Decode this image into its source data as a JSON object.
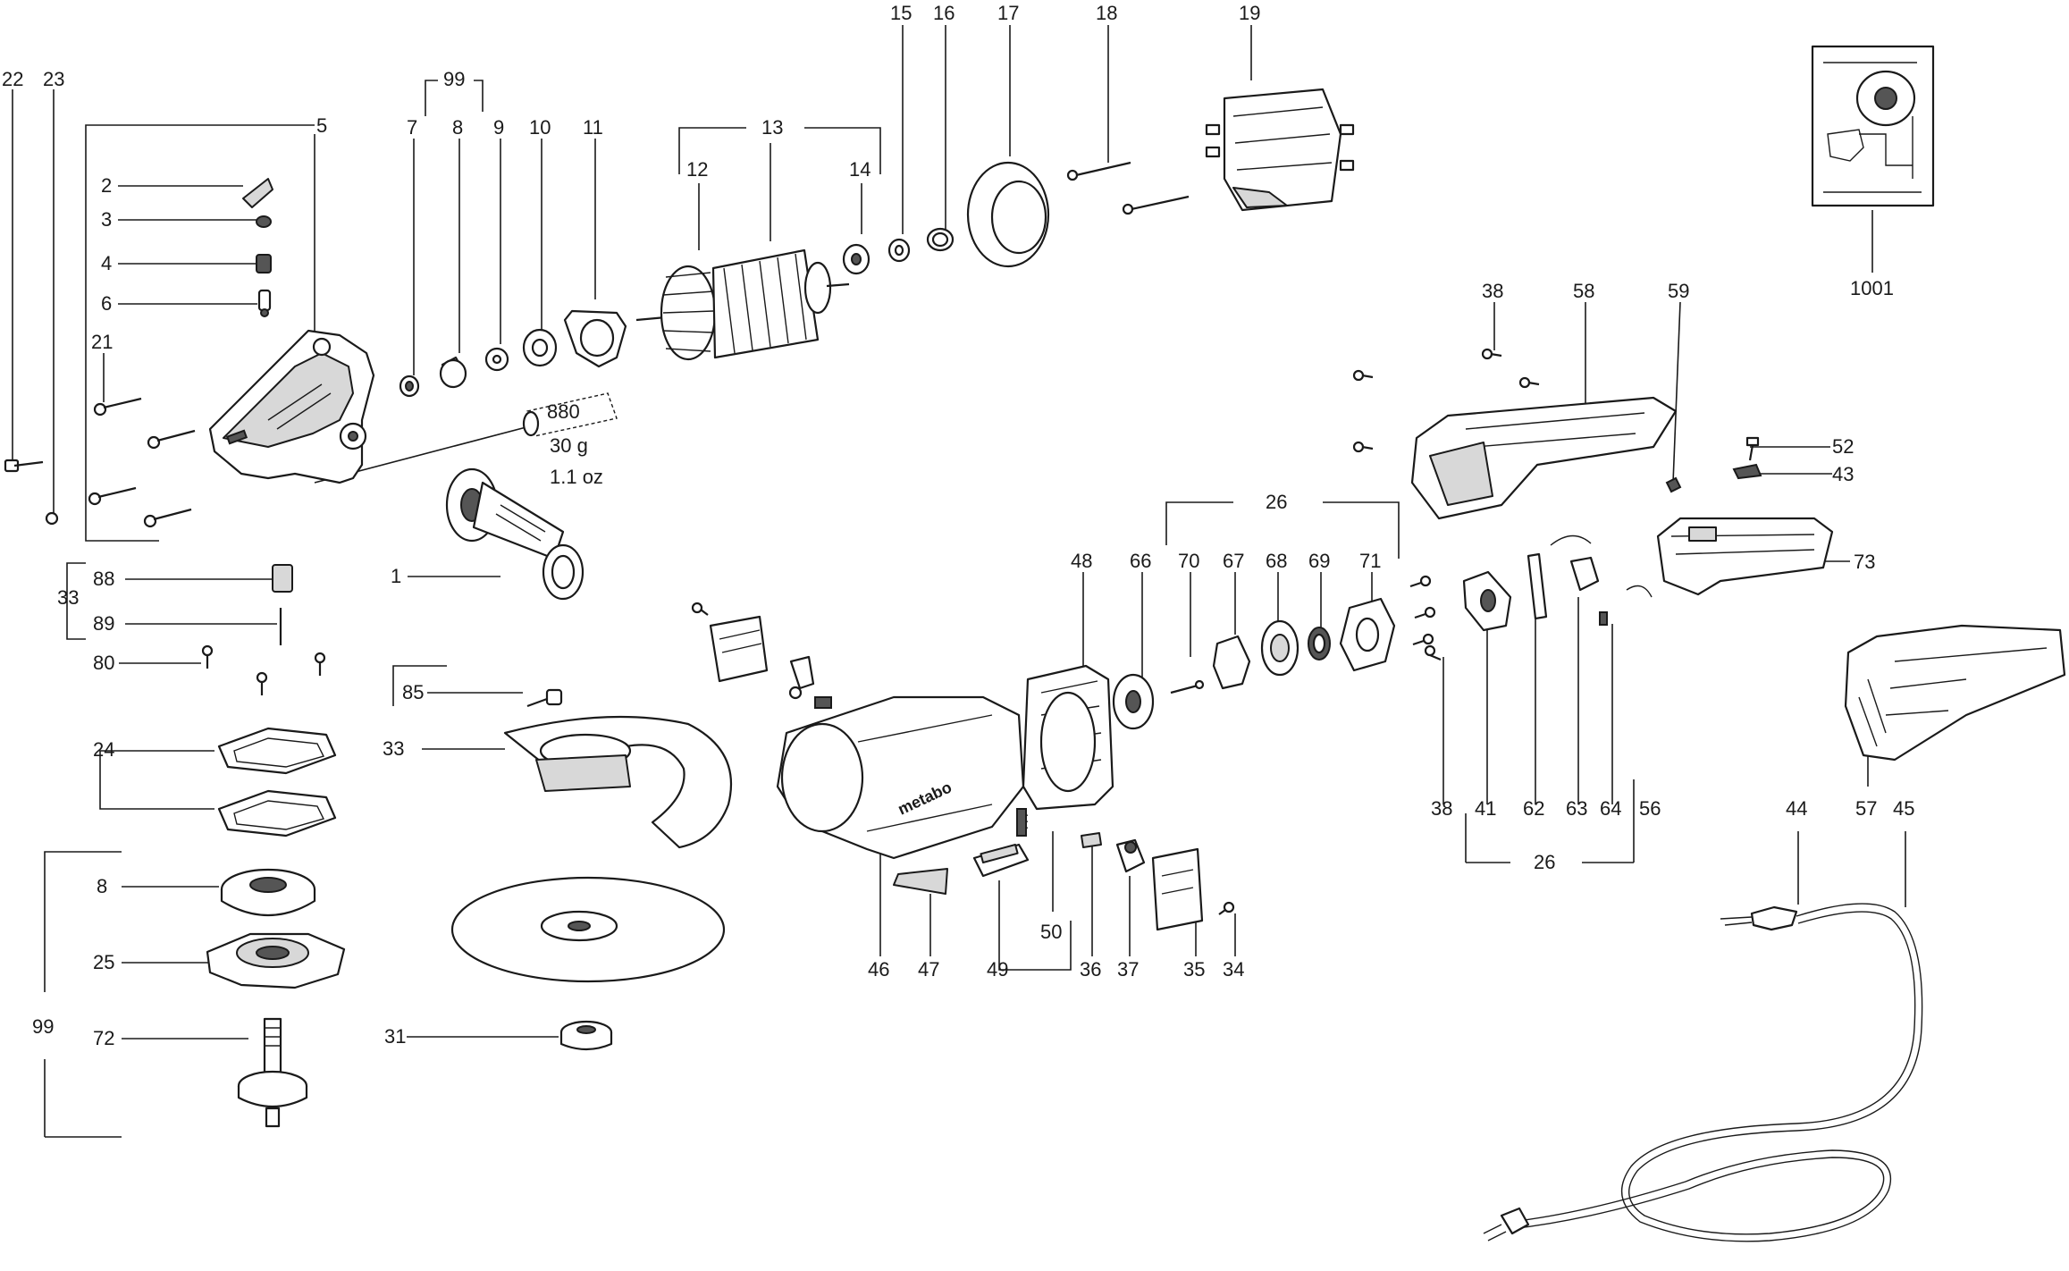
{
  "labels": [
    "22",
    "23",
    "5",
    "2",
    "3",
    "4",
    "6",
    "21",
    "99",
    "7",
    "8",
    "9",
    "10",
    "11",
    "12",
    "13",
    "14",
    "15",
    "16",
    "17",
    "18",
    "19",
    "1001",
    "880",
    "30 g",
    "1.1 oz",
    "1",
    "33",
    "88",
    "89",
    "80",
    "24",
    "8",
    "25",
    "99",
    "72",
    "85",
    "33",
    "31",
    "26",
    "48",
    "66",
    "70",
    "67",
    "68",
    "69",
    "71",
    "38",
    "58",
    "59",
    "52",
    "43",
    "73",
    "38",
    "41",
    "62",
    "63",
    "64",
    "56",
    "26",
    "57",
    "44",
    "45",
    "46",
    "47",
    "49",
    "50",
    "36",
    "37",
    "35",
    "34"
  ],
  "brand": "metabo"
}
